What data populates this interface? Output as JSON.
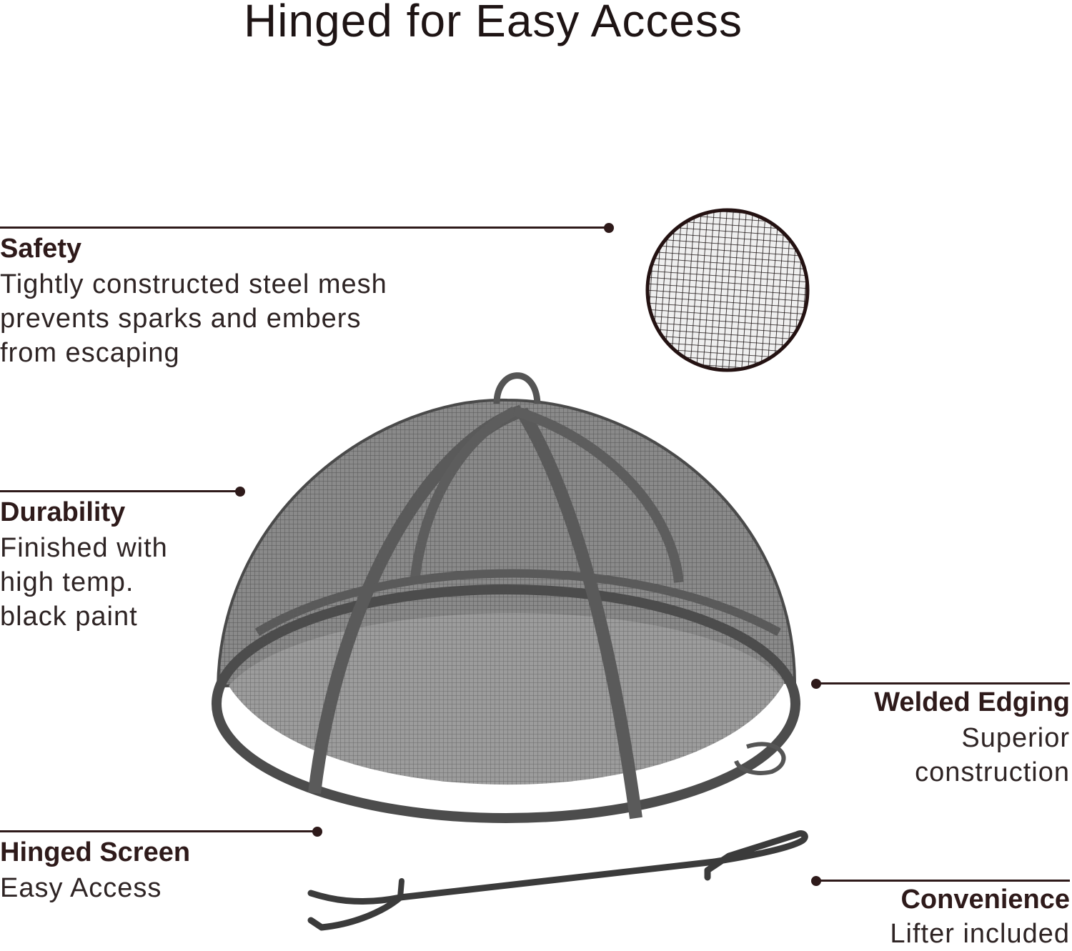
{
  "title": "Hinged for Easy Access",
  "features": {
    "safety": {
      "heading": "Safety",
      "lines": [
        "Tightly constructed steel mesh",
        "prevents sparks and embers",
        "from escaping"
      ]
    },
    "durability": {
      "heading": "Durability",
      "lines": [
        "Finished with",
        "high temp.",
        "black paint"
      ]
    },
    "welded": {
      "heading": "Welded Edging",
      "lines": [
        "Superior",
        "construction"
      ]
    },
    "hinged": {
      "heading": "Hinged Screen",
      "lines": [
        "Easy Access"
      ]
    },
    "convenience": {
      "heading": "Convenience",
      "lines": [
        "Lifter included"
      ]
    }
  },
  "colors": {
    "text": "#2e1a1a",
    "frame": "#4a4a4a",
    "mesh": "#6f6f6f"
  },
  "icons": [
    "mesh-detail-image",
    "spark-screen-image",
    "lifter-tool-image"
  ]
}
